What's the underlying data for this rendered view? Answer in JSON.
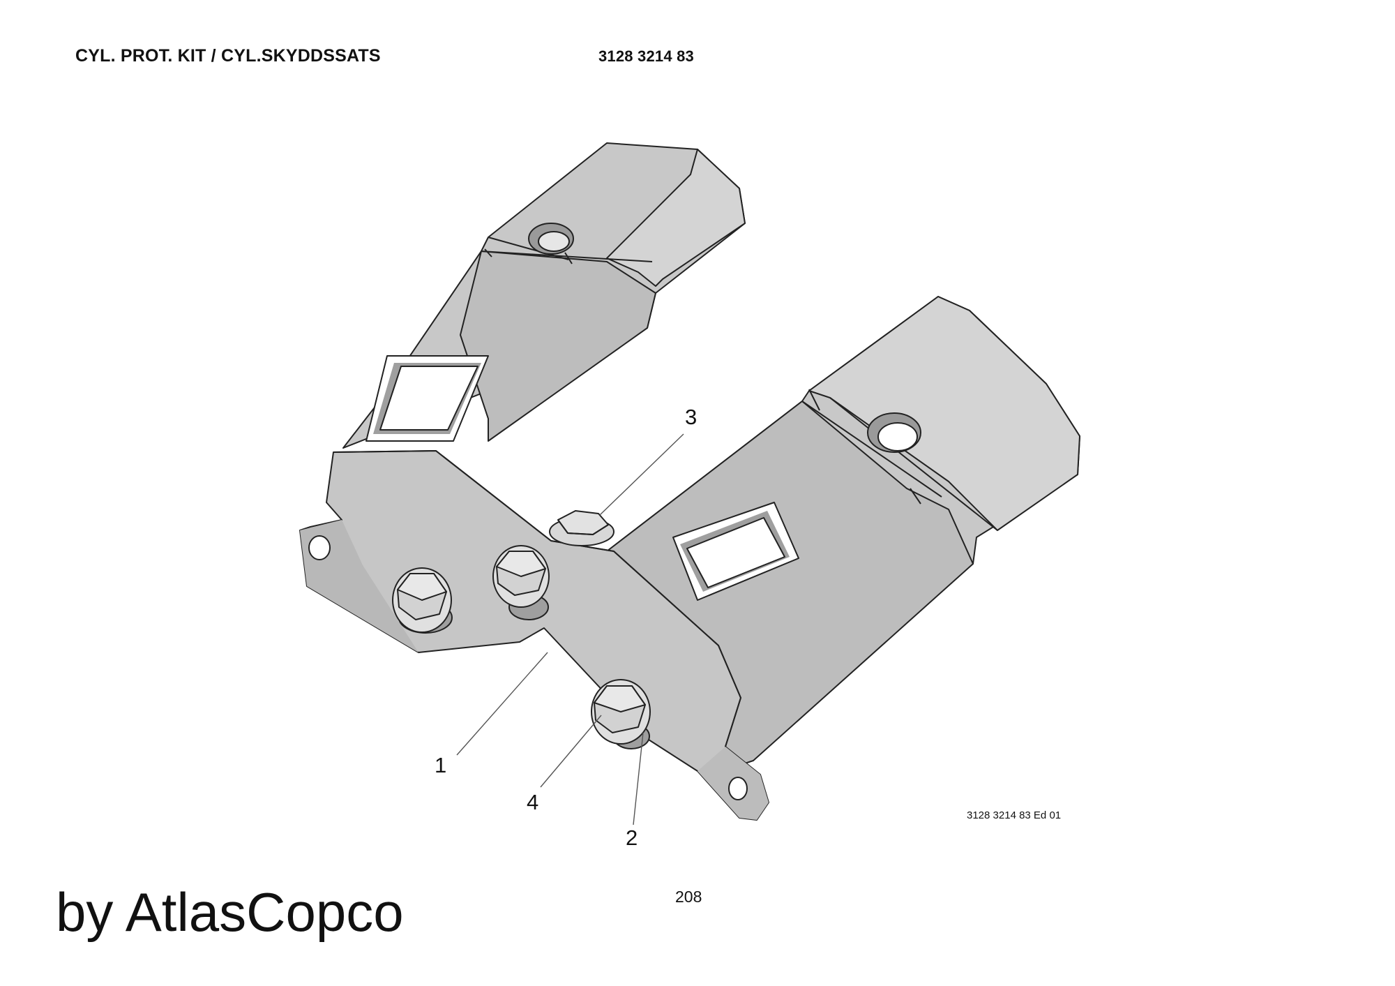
{
  "header": {
    "title": "CYL. PROT. KIT / CYL.SKYDDSSATS",
    "part_number": "3128 3214 83"
  },
  "callouts": [
    {
      "label": "1",
      "name": "bracket-plate"
    },
    {
      "label": "2",
      "name": "washer"
    },
    {
      "label": "3",
      "name": "lock-nut"
    },
    {
      "label": "4",
      "name": "hex-bolt"
    }
  ],
  "footer": {
    "edition": "3128 3214 83 Ed 01",
    "page": "208",
    "brand": "by AtlasCopco"
  },
  "colors": {
    "metal_fill": "#c8c8c8",
    "metal_dark": "#a9a9a9",
    "outline": "#222222",
    "leader": "#555555"
  }
}
